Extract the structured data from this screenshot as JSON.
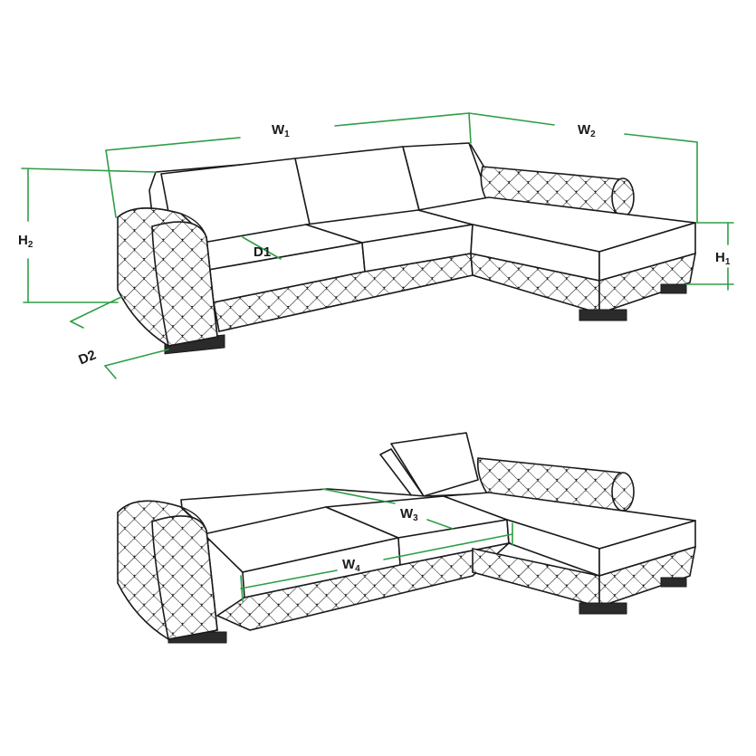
{
  "dimension_color": "#2e9e46",
  "outline_color": "#1a1a1a",
  "labels": {
    "w1": {
      "main": "W",
      "sub": "1"
    },
    "w2": {
      "main": "W",
      "sub": "2"
    },
    "h1": {
      "main": "H",
      "sub": "1"
    },
    "h2": {
      "main": "H",
      "sub": "2"
    },
    "d1": {
      "main": "D1"
    },
    "d2": {
      "main": "D2"
    },
    "w3": {
      "main": "W",
      "sub": "3"
    },
    "w4": {
      "main": "W",
      "sub": "4"
    }
  }
}
